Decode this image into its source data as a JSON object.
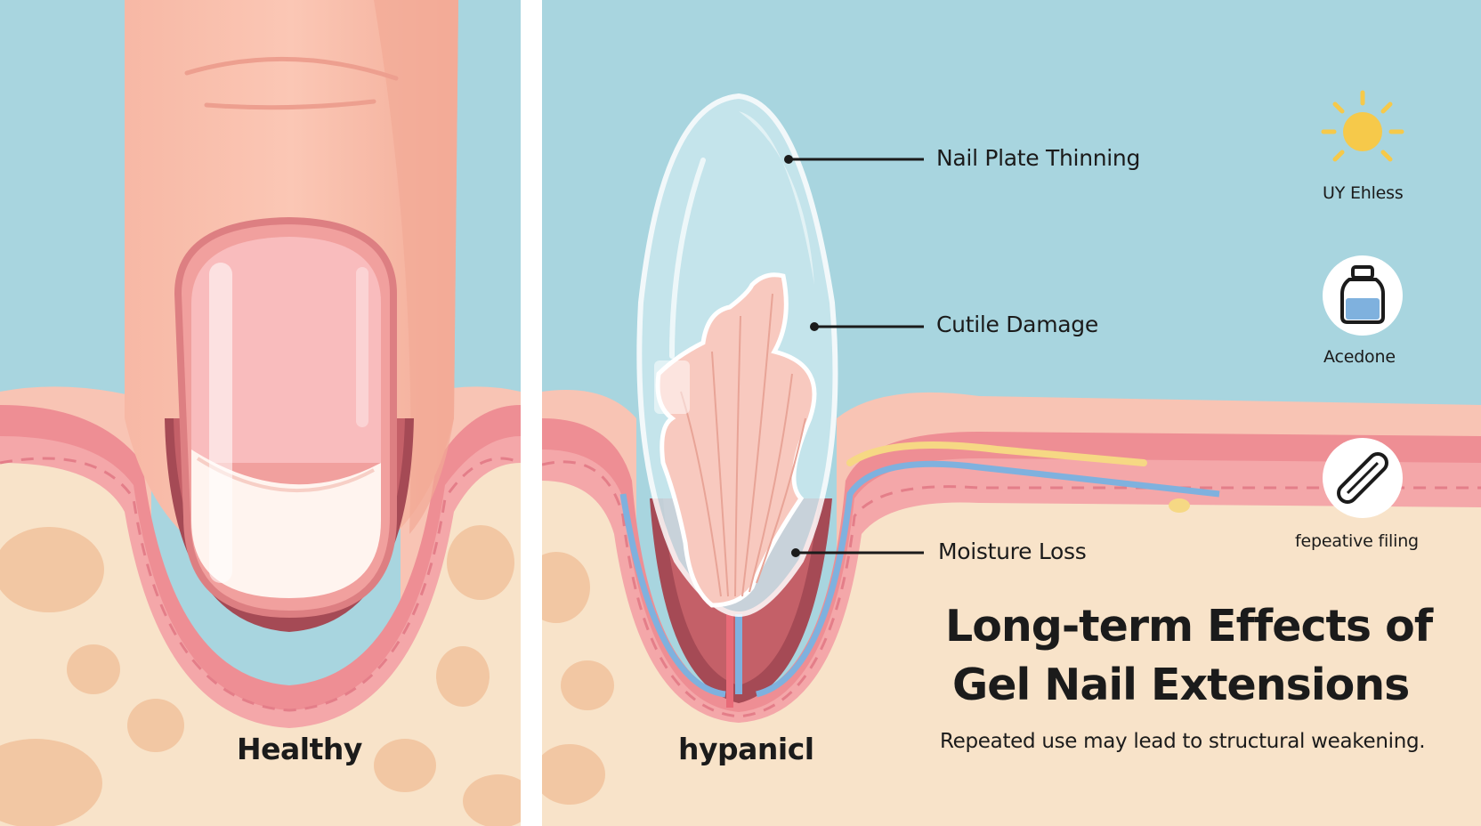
{
  "panels": {
    "left": {
      "label": "Healthy"
    },
    "right": {
      "label": "hypanicl"
    }
  },
  "callouts": [
    {
      "text": "Nail Plate Thinning"
    },
    {
      "text": "Cutile Damage"
    },
    {
      "text": "Moisture Loss"
    }
  ],
  "icons": [
    {
      "name": "sun-icon",
      "label": "UY Ehless"
    },
    {
      "name": "bottle-icon",
      "label": "Acedone"
    },
    {
      "name": "nail-file-icon",
      "label": "fepeative filing"
    }
  ],
  "title": {
    "line1": "Long-term Effects of",
    "line2": "Gel Nail Extensions",
    "subtitle": "Repeated use may lead to structural weakening."
  },
  "colors": {
    "sky": "#a8d5df",
    "skin": "#f9c0ad",
    "tissue": "#f8e3c9",
    "gum_pink": "#f1a3a7",
    "nail_bed": "#f6a6a5",
    "text": "#1b1b1b"
  }
}
